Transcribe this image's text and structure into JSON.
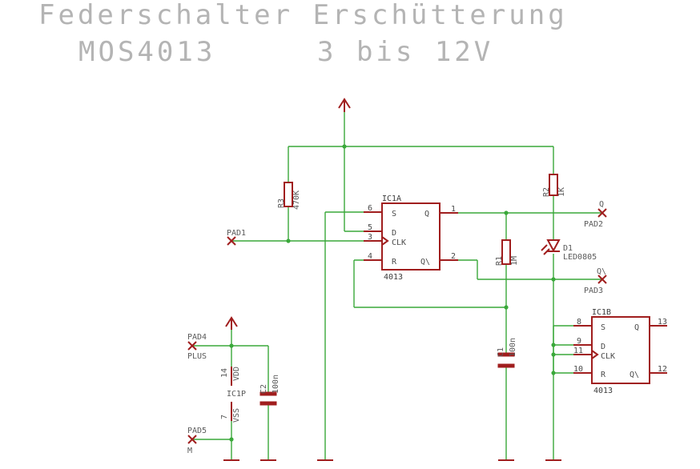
{
  "title": {
    "line1": "Federschalter Erschütterung",
    "line2_left": "MOS4013",
    "line2_right": "3 bis 12V"
  },
  "labels": {
    "r3_name": "R3",
    "r3_value": "470K",
    "r2_name": "R2",
    "r2_value": "1K",
    "r1_name": "R1",
    "r1_value": "1M",
    "c1_name": "C1",
    "c1_value": "100n",
    "c2_name": "C2",
    "c2_value": "100n",
    "d1_name": "D1",
    "d1_value": "LED0805",
    "pad1": "PAD1",
    "pad2": "PAD2",
    "pad3": "PAD3",
    "pad4": "PAD4",
    "pad5": "PAD5",
    "q_out": "Q",
    "qbar_out": "Q\\",
    "plus": "PLUS",
    "minus": "M",
    "ic1p": "IC1P",
    "vdd": "VDD",
    "vss": "VSS",
    "pin14": "14",
    "pin7": "7"
  },
  "ic1a": {
    "name": "IC1A",
    "type": "4013",
    "pin_s": "S",
    "pin_d": "D",
    "pin_clk": "CLK",
    "pin_r": "R",
    "pin_q": "Q",
    "pin_qbar": "Q\\",
    "num_s": "6",
    "num_d": "5",
    "num_clk": "3",
    "num_r": "4",
    "num_q": "1",
    "num_qbar": "2"
  },
  "ic1b": {
    "name": "IC1B",
    "type": "4013",
    "pin_s": "S",
    "pin_d": "D",
    "pin_clk": "CLK",
    "pin_r": "R",
    "pin_q": "Q",
    "pin_qbar": "Q\\",
    "num_s": "8",
    "num_d": "9",
    "num_clk": "11",
    "num_r": "10",
    "num_q": "13",
    "num_qbar": "12"
  },
  "colors": {
    "wire": "#3aa83a",
    "part": "#a01e1e",
    "title": "#b4b4b4",
    "text": "#5a5a5a"
  }
}
